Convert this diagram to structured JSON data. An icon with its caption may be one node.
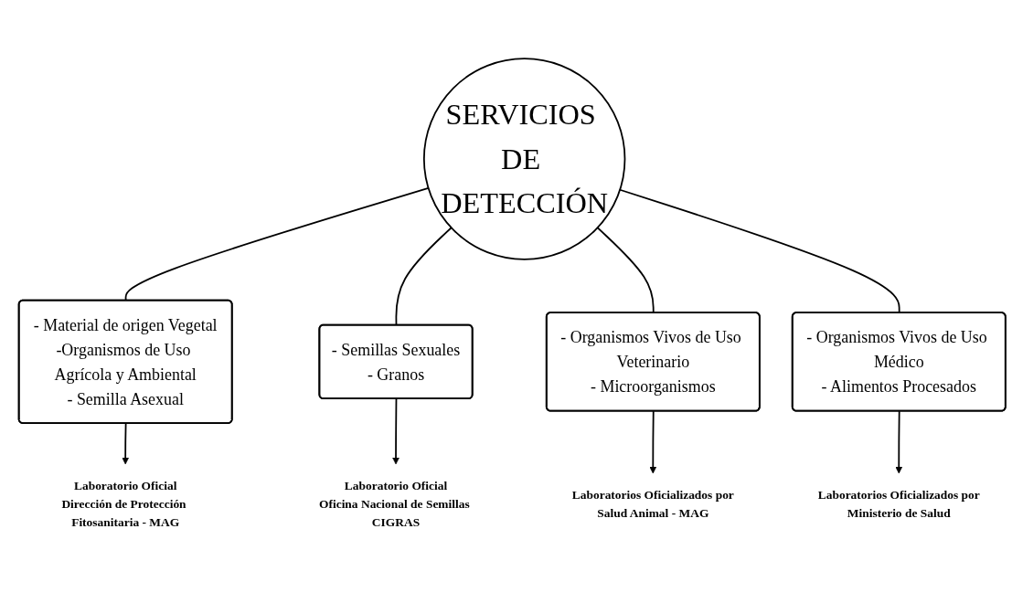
{
  "diagram": {
    "nodes": [
      {
        "text": [
          "- Material de origen Vegetal",
          "-Organismos de Uso Agrícola y Ambiental",
          "- Semilla Asexual"
        ]
      },
      {
        "text": [
          "- Semillas Sexuales",
          "- Granos"
        ]
      },
      {
        "text": [
          "Laboratorio Oficial",
          "Dirección de Protección Fitosanitaria - MAG"
        ]
      },
      {
        "text": [
          "SERVICIOS DE DETECCIÓN"
        ]
      },
      {
        "text": [
          "Laboratorio Oficial",
          "Oficina Nacional de Semillas CIGRAS"
        ]
      },
      {
        "text": [
          "- Organismos Vivos de Uso Veterinario",
          "- Microorganismos"
        ]
      },
      {
        "text": [
          "- Organismos Vivos de Uso Médico",
          "- Alimentos Procesados"
        ]
      },
      {
        "text": [
          "Laboratorios Oficializados por",
          "Salud Animal - MAG"
        ]
      },
      {
        "text": [
          "Laboratorios Oficializados por",
          "Ministerio de Salud"
        ]
      }
    ],
    "edges": [
      {
        "from": 3,
        "to": 0,
        "arrow": "none"
      },
      {
        "from": 3,
        "to": 1,
        "arrow": "none"
      },
      {
        "from": 3,
        "to": 5,
        "arrow": "none"
      },
      {
        "from": 3,
        "to": 6,
        "arrow": "none"
      },
      {
        "from": 0,
        "to": 2,
        "arrow": "to"
      },
      {
        "from": 1,
        "to": 4,
        "arrow": "to"
      },
      {
        "from": 5,
        "to": 7,
        "arrow": "to"
      },
      {
        "from": 6,
        "to": 8,
        "arrow": "to"
      }
    ]
  }
}
